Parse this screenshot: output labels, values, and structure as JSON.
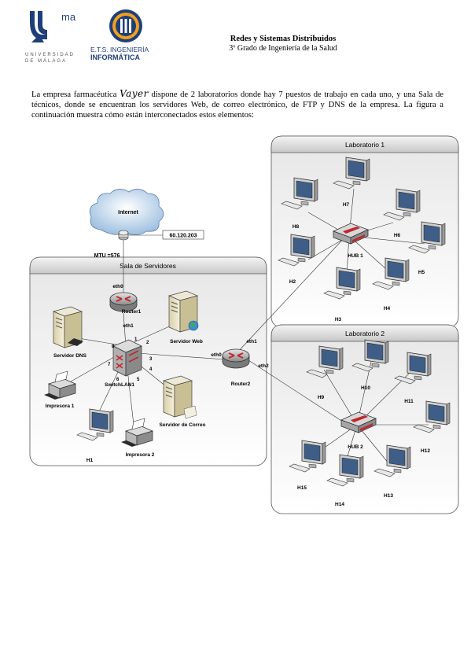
{
  "header": {
    "uma_mark": "ma",
    "uma_line1": "UNIVERSIDAD",
    "uma_line2": "DE MÁLAGA",
    "ets_line1": "E.T.S. INGENIERÍA",
    "ets_line2": "INFORMÁTICA",
    "course_title": "Redes y Sistemas Distribuidos",
    "course_subtitle": "3º Grado de Ingeniería de la Salud"
  },
  "intro": {
    "before": "La empresa farmacéutica ",
    "company": "Vayer",
    "after": " dispone de 2 laboratorios donde hay 7 puestos de trabajo en cada uno, y una Sala de técnicos, donde se encuentran los servidores Web, de correo electrónico, de FTP y DNS de la empresa. La figura a continuación muestra cómo están interconectados estos elementos:"
  },
  "diagram": {
    "internet": "Internet",
    "ip_label": "60.120.203",
    "mtu_label": "MTU =576",
    "sala_title": "Sala de Servidores",
    "lab1_title": "Laboratorio 1",
    "lab2_title": "Laboratorio 2",
    "router1": "Router1",
    "router2": "Router2",
    "switch": "SwitchLAN1",
    "hub1": "HUB 1",
    "hub2": "HUB 2",
    "srv_web": "Servidor Web",
    "srv_dns": "Servidor DNS",
    "srv_correo": "Servidor de Correo",
    "printer1": "Impresora 1",
    "printer2": "Impresora 2",
    "eth0": "eth0",
    "eth1": "eth1",
    "eth2": "eth2",
    "ports": [
      "1",
      "2",
      "3",
      "4",
      "5",
      "6",
      "7",
      "8"
    ],
    "hosts": {
      "h1": "H1",
      "h2": "H2",
      "h3": "H3",
      "h4": "H4",
      "h5": "H5",
      "h6": "H6",
      "h7": "H7",
      "h8": "H8",
      "h9": "H9",
      "h10": "H10",
      "h11": "H11",
      "h12": "H12",
      "h13": "H13",
      "h14": "H14",
      "h15": "H15"
    }
  }
}
